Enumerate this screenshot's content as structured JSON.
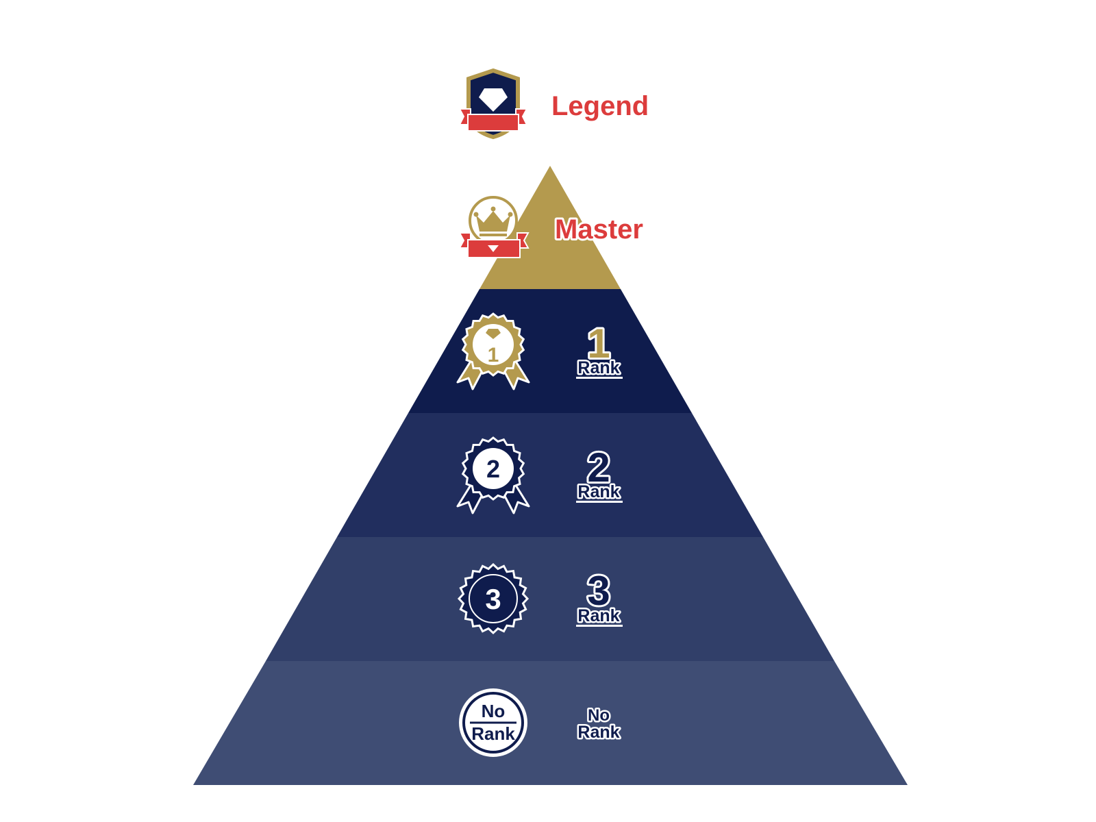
{
  "colors": {
    "red": "#dc3c3c",
    "gold": "#b49a4e",
    "navy": "#0f1c4d",
    "tier_1": "#0f1c4d",
    "tier_2": "#212e5e",
    "tier_3": "#313f69",
    "tier_no_rank": "#3f4d74",
    "tier_master": "#b49a4e"
  },
  "tiers": {
    "legend": {
      "label": "Legend",
      "icon": "diamond-shield-icon"
    },
    "master": {
      "label": "Master",
      "icon": "crown-badge-icon"
    },
    "rank1": {
      "number": "1",
      "word": "Rank",
      "icon": "rosette-1-icon"
    },
    "rank2": {
      "number": "2",
      "word": "Rank",
      "icon": "rosette-2-icon"
    },
    "rank3": {
      "number": "3",
      "word": "Rank",
      "icon": "seal-3-icon"
    },
    "no_rank": {
      "word_top": "No",
      "word_bottom": "Rank",
      "icon": "no-rank-circle-icon"
    }
  }
}
